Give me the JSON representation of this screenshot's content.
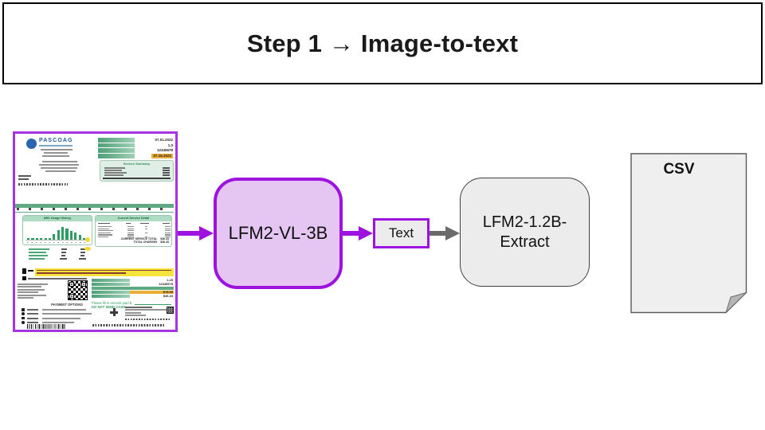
{
  "title": "Step 1 → Image-to-text",
  "flow": {
    "vl_model": "LFM2-VL-3B",
    "text_label": "Text",
    "extract_model": "LFM2-1.2B-Extract",
    "csv_label": "CSV"
  },
  "colors": {
    "accent_purple": "#9e12e0",
    "purple_node_fill": "#e5c6f3",
    "gray_node_fill": "#ececec",
    "arrow_gray": "#6a6a6a",
    "bill_border_purple": "#a435e0",
    "bill_green": "#5fa983",
    "highlight_yellow": "#f6e33b",
    "highlight_orange": "#e8ae35",
    "logo_blue": "#2a66ad"
  },
  "bill": {
    "brand": "PASCOAG",
    "info_values": [
      "07.01.2022",
      "1.0",
      "12345678",
      "07.15.2022"
    ],
    "summary_title": "Service Summary",
    "usage_title": "kWh Usage History",
    "usage_bars": [
      2,
      2,
      2,
      2,
      2,
      2,
      7,
      12,
      16,
      14,
      11,
      9,
      6,
      2
    ],
    "detail_title": "Current Service Detail",
    "detail_total_label": "CURRENT SERVICE TOTAL",
    "detail_total_value": "$36.33",
    "charges_total_label": "TOTAL CHARGES",
    "charges_total_value": "$36.33",
    "remit_values": [
      "1.25",
      "12345678",
      "$78.55",
      "$36.33"
    ],
    "amount_line": "Please fill in amount paid $",
    "no_cash_line": "DO NOT SEND CASH",
    "payment_title": "PAYMENT OPTIONS"
  }
}
